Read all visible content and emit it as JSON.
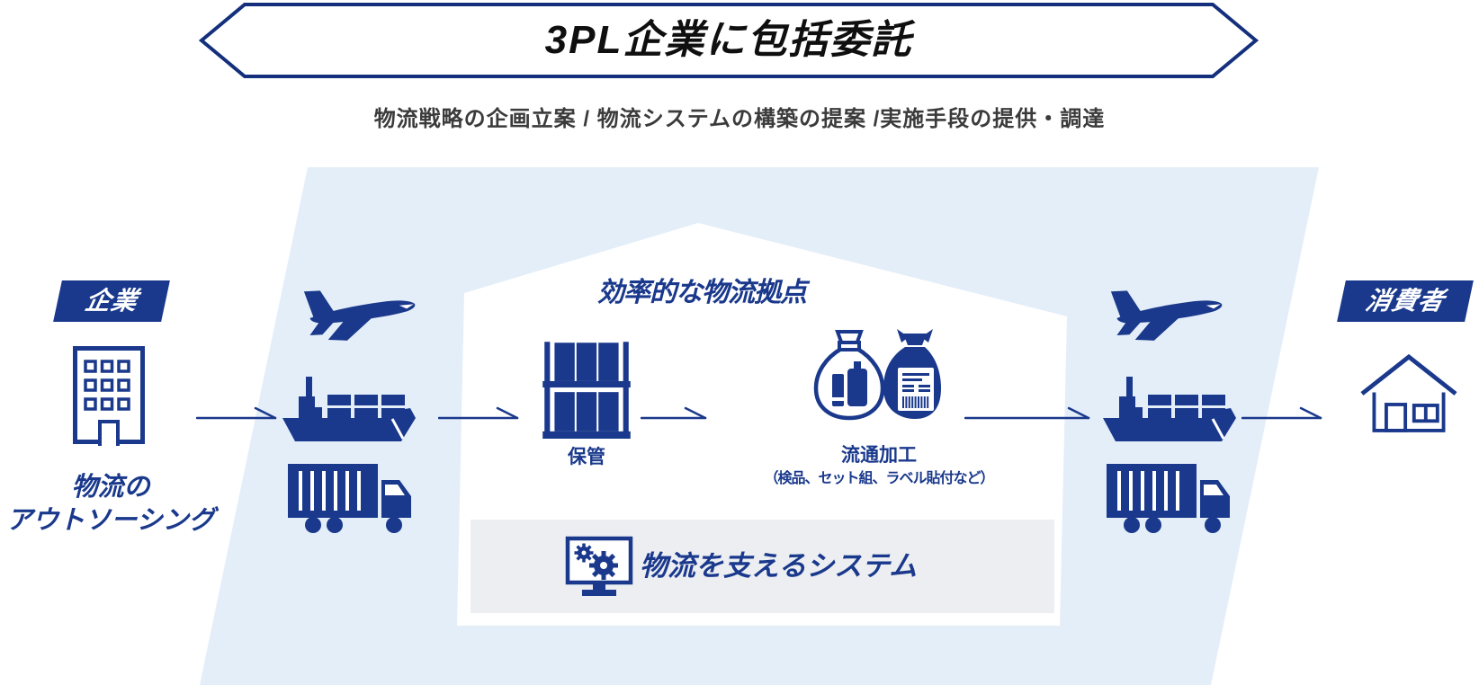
{
  "colors": {
    "navy": "#1A398C",
    "light_blue_bg": "#E4EEF9",
    "system_panel_gray": "#ECEEF2",
    "banner_border": "#14307D",
    "banner_text": "#0F0F0F",
    "subtitle_text": "#3B3B3B",
    "white": "#FFFFFF"
  },
  "banner": {
    "title": "3PL企業に包括委託"
  },
  "subtitle": "物流戦略の企画立案 / 物流システムの構築の提案 /実施手段の提供・調達",
  "company": {
    "badge": "企業",
    "caption_line1": "物流の",
    "caption_line2": "アウトソーシング"
  },
  "hub": {
    "title": "効率的な物流拠点",
    "storage_label": "保管",
    "processing_label": "流通加工",
    "processing_note": "（検品、セット組、ラベル貼付など）",
    "system_label": "物流を支えるシステム"
  },
  "consumer": {
    "badge": "消費者"
  },
  "icons": [
    "building-icon",
    "airplane-icon",
    "cargo-ship-icon",
    "truck-icon",
    "warehouse-shelf-icon",
    "processing-bags-icon",
    "monitor-gears-icon",
    "house-icon"
  ]
}
